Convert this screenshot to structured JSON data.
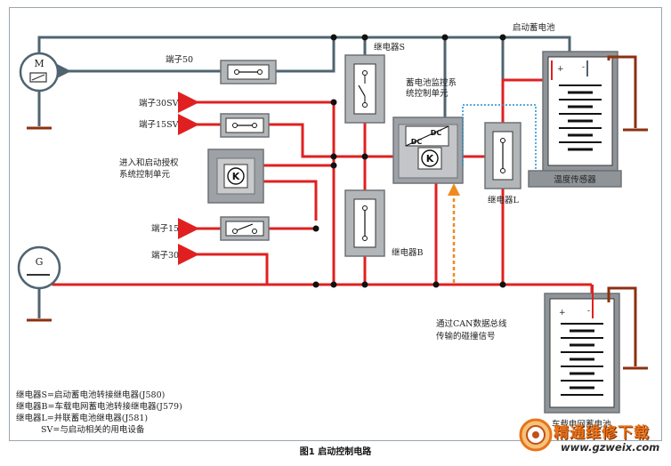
{
  "labels": {
    "motor": "M",
    "generator": "G",
    "terminal_50": "端子50",
    "terminal_30sv": "端子30SV",
    "terminal_15sv": "端子15SV",
    "auth_unit": "进入和启动授权\n系统控制单元",
    "terminal_15": "端子15",
    "terminal_30": "端子30",
    "relay_s": "继电器S",
    "relay_b": "继电器B",
    "relay_l": "继电器L",
    "monitor_unit": "蓄电池监控系\n统控制单元",
    "dc_top": "DC",
    "dc_bottom": "DC",
    "start_battery": "启动蓄电池",
    "temp_sensor": "温度传感器",
    "vehicle_battery": "车载电网蓄电池",
    "can_signal": "通过CAN数据总线\n传输的碰撞信号",
    "plus": "+",
    "minus": "-"
  },
  "legend": [
    "继电器S=启动蓄电池转接继电器(J580)",
    "继电器B=车载电网蓄电池转接继电器(J579)",
    "继电器L=并联蓄电池继电器(J581)",
    "SV=与启动相关的用电设备"
  ],
  "caption": "图1 启动控制电路",
  "watermark": {
    "name": "精通维修下载",
    "url": "www.gzweix.com"
  },
  "colors": {
    "power_wire": "#e02020",
    "ground_wire": "#4f6470",
    "can_arrow": "#f08a20",
    "ground_symbol": "#8c3010",
    "relay_box": "#b3b6b9",
    "relay_box_dark": "#6e7276",
    "battery_case": "#8f9498",
    "sensor_link": "#1d8fd0"
  }
}
